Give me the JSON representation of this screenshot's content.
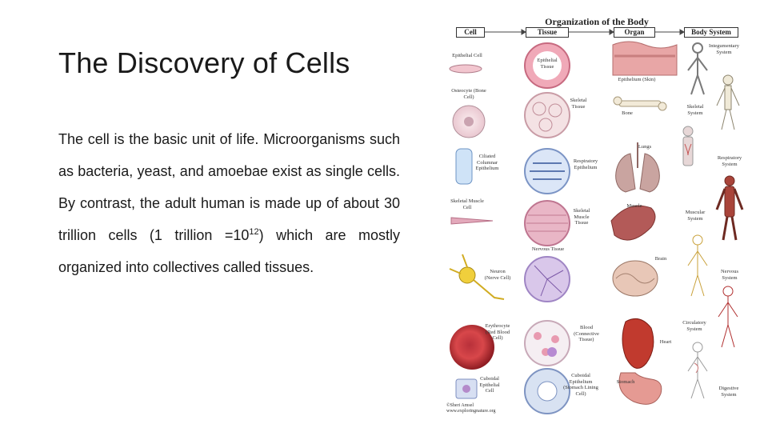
{
  "slide": {
    "title": "The Discovery of Cells",
    "body_before_exp": "The cell is the basic unit of life. Microorganisms such as bacteria, yeast, and amoebae exist as single cells. By contrast, the adult human is made up of about 30 trillion cells (1 trillion =10",
    "exponent": "12",
    "body_after_exp": ") which are mostly organized into collectives called tissues."
  },
  "figure": {
    "title": "Organization of the Body",
    "headers": [
      "Cell",
      "Tissue",
      "Organ",
      "Body System"
    ],
    "labels": {
      "epithelial_cell": "Epithelial Cell",
      "epithelial_tissue": "Epithelial Tissue",
      "epithelium_skin": "Epithelium (Skin)",
      "integumentary_system": "Integumentary System",
      "osteocyte": "Osteocyte (Bone Cell)",
      "skeletal_tissue": "Skeletal Tissue",
      "bone": "Bone",
      "skeletal_system": "Skeletal System",
      "ciliated_cell": "Ciliated Columnar Epithelium",
      "respiratory_epithelium": "Respiratory Epithelium",
      "lungs": "Lungs",
      "respiratory_system": "Respiratory System",
      "skeletal_muscle_cell": "Skeletal Muscle Cell",
      "skeletal_muscle_tissue": "Skeletal Muscle Tissue",
      "muscle": "Muscle",
      "muscular_system": "Muscular System",
      "nervous_tissue": "Nervous Tissue",
      "neuron": "Neuron (Nerve Cell)",
      "brain": "Brain",
      "nervous_system": "Nervous System",
      "erythrocyte": "Erythrocyte (Red Blood Cell)",
      "blood": "Blood (Connective Tissue)",
      "heart": "Heart",
      "circulatory_system": "Circulatory System",
      "cuboidal_cell": "Cuboidal Epithelial Cell",
      "cuboidal_epithelium": "Cuboidal Epithelium (Stomach Lining Cell)",
      "stomach": "Stomach",
      "digestive_system": "Digestive System"
    },
    "credit_line1": "©Sheri Amsel",
    "credit_line2": "www.exploringnature.org"
  }
}
